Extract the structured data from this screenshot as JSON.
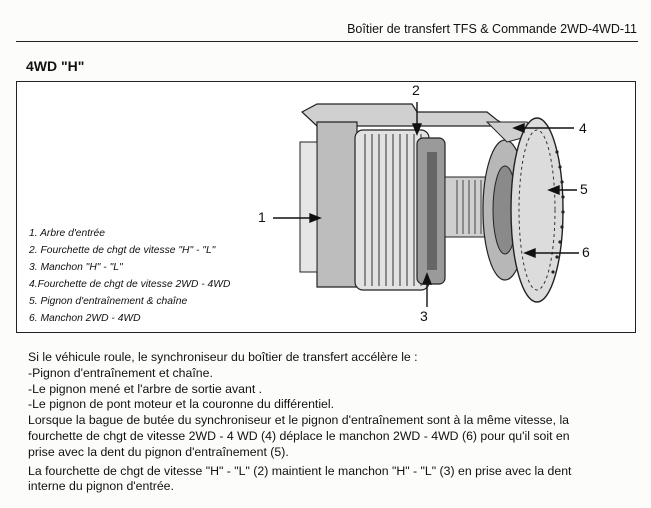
{
  "header": {
    "title": "Boîtier de transfert TFS & Commande 2WD-4WD-11"
  },
  "section": {
    "title": "4WD \"H\""
  },
  "figure": {
    "legend": [
      "1. Arbre d'entrée",
      "2. Fourchette de chgt de vitesse \"H\" - \"L\"",
      "3. Manchon \"H\" - \"L\"",
      "4.Fourchette de chgt de vitesse 2WD - 4WD",
      "5. Pignon d'entraînement & chaîne",
      "6. Manchon 2WD - 4WD"
    ],
    "callouts": {
      "c1": "1",
      "c2": "2",
      "c3": "3",
      "c4": "4",
      "c5": "5",
      "c6": "6"
    }
  },
  "body": {
    "lines": [
      "Si le véhicule roule, le synchroniseur du boîtier de transfert accélère le :",
      "-Pignon d'entraînement et chaîne.",
      "-Le pignon mené et l'arbre de sortie avant .",
      "-Le pignon de pont moteur et la couronne du différentiel.",
      "Lorsque la bague de butée du synchroniseur et le pignon d'entraînement sont à la même vitesse, la",
      "fourchette de chgt de vitesse 2WD - 4 WD (4) déplace le manchon 2WD - 4WD (6) pour qu'il soit en",
      "prise avec la dent du pignon d'entraînement (5).",
      "La fourchette de chgt de vitesse \"H\" - \"L\" (2) maintient le manchon \"H\" - \"L\" (3) en prise avec la dent",
      "interne du pignon d'entrée."
    ]
  }
}
